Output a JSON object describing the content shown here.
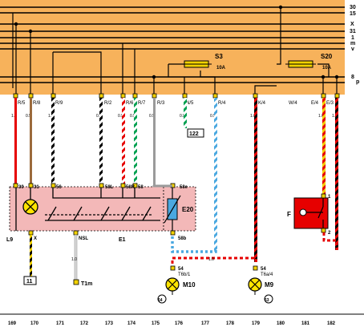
{
  "colors": {
    "fuse_panel": "#f7b25b",
    "light_switch_body": "#f3b8b8",
    "relay_body": "#e60000",
    "indicator_yellow": "#ffe400",
    "wire_red": "#e60000",
    "wire_brown": "#9b6a3c",
    "wire_black": "#000000",
    "wire_green": "#00a050",
    "wire_grey": "#9a9a9a",
    "wire_blue": "#4aa8e0",
    "wire_yellow": "#f2d200"
  },
  "bus_labels": [
    "30",
    "15",
    "X",
    "31",
    "1",
    "m",
    "v",
    "8",
    "p"
  ],
  "fuses": [
    {
      "id": "S3",
      "rating": "10A"
    },
    {
      "id": "S20",
      "rating": "10A"
    }
  ],
  "terminal_labels": [
    "R/5",
    "R/8",
    "R/9",
    "R/2",
    "R/6",
    "R/7",
    "R/3",
    "N/5",
    "R/4",
    "K/4",
    "W/4",
    "E/4",
    "E/3"
  ],
  "wire_sizes": [
    "1.5",
    "0.5",
    "1.5",
    "0.5",
    "0.5",
    "0.5",
    "0.5",
    "0.5",
    "0.5",
    "1.0",
    "1.0",
    "1.0"
  ],
  "connector_122": "122",
  "light_switch": {
    "pins": [
      "30",
      "31",
      "56",
      "58L",
      "58R",
      "58",
      "58e"
    ],
    "bottom_pins": [
      "L9",
      "X",
      "NSL",
      "E1",
      "58b"
    ],
    "dimmer": "E20"
  },
  "relay": {
    "label": "F",
    "pins": [
      "1",
      "2"
    ]
  },
  "ground_11": "11",
  "t1m": {
    "label": "T1m",
    "size": "1.0"
  },
  "lamps": [
    {
      "name": "M10",
      "pin": "54",
      "conn": "T6b/1",
      "ground": "64"
    },
    {
      "name": "M9",
      "pin": "54",
      "conn": "T6a/4",
      "ground": "63"
    }
  ],
  "wire_mid_size": "1.0",
  "x_axis": [
    "169",
    "170",
    "171",
    "172",
    "173",
    "174",
    "175",
    "176",
    "177",
    "178",
    "179",
    "180",
    "181",
    "182"
  ]
}
